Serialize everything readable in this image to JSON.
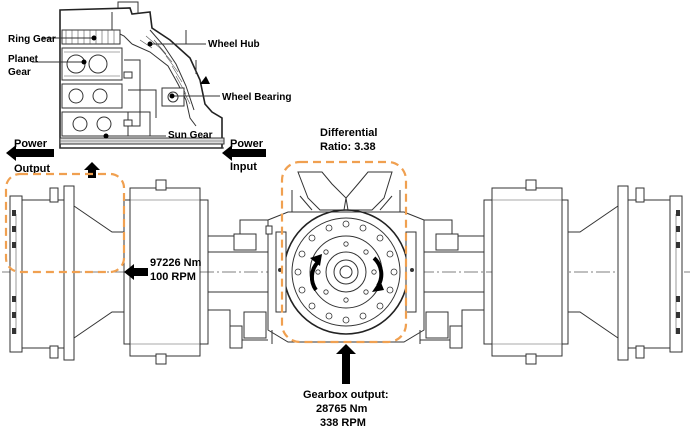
{
  "labels": {
    "ring_gear": "Ring Gear",
    "planet_gear_line1": "Planet",
    "planet_gear_line2": "Gear",
    "wheel_hub": "Wheel Hub",
    "wheel_bearing": "Wheel Bearing",
    "sun_gear": "Sun Gear",
    "power_output_line1": "Power",
    "power_output_line2": "Output",
    "power_input_line1": "Power",
    "power_input_line2": "Input",
    "differential_line1": "Differential",
    "differential_line2": "Ratio: 3.38",
    "wheel_torque": "97226 Nm",
    "wheel_speed": "100 RPM",
    "gearbox_line1": "Gearbox output:",
    "gearbox_line2": "28765 Nm",
    "gearbox_line3": "338 RPM"
  },
  "colors": {
    "highlight": "#f0a050",
    "arrow": "#000000",
    "drawing_line": "#333333"
  }
}
